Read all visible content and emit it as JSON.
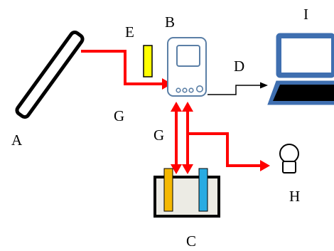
{
  "diagram": {
    "labels": {
      "a": "A",
      "b": "B",
      "c": "C",
      "d": "D",
      "e": "E",
      "g1": "G",
      "g2": "G",
      "h": "H",
      "i": "I"
    },
    "colors": {
      "red_connection": "#ff0000",
      "signal_line": "#000000",
      "yellow_strip": "#ffff00",
      "orange_electrode": "#f5b800",
      "blue_electrode": "#29abe2",
      "device_outline": "#5b7fa6",
      "laptop_blue": "#3f6fb0",
      "container_fill": "#ecebe4"
    },
    "icons": {
      "panel": "solar-panel-icon",
      "meter": "meter-device-icon",
      "laptop": "laptop-icon",
      "cell": "electrolysis-cell-icon",
      "lamp": "light-bulb-icon",
      "strip": "test-strip-icon"
    }
  }
}
